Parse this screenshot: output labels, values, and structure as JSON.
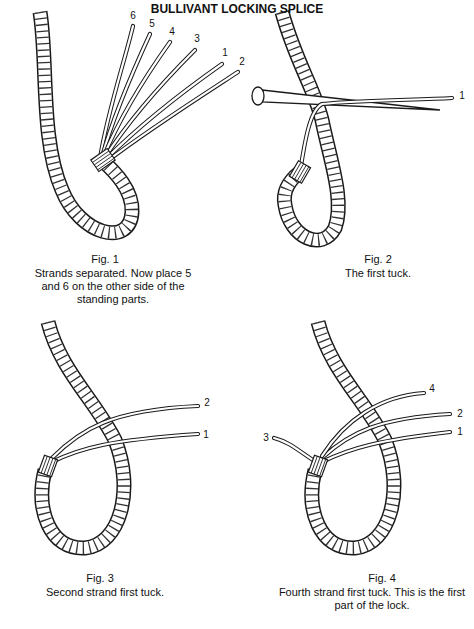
{
  "diagram": {
    "title": "BULLIVANT LOCKING SPLICE",
    "labels": [
      "6",
      "5",
      "4",
      "3",
      "1",
      "2",
      "Fig. 1",
      "Strands separated. Now place 5 and 6 on the other side of the standing parts.",
      "1",
      "Fig. 2",
      "The first tuck.",
      "2",
      "1",
      "Fig. 3",
      "Second strand first tuck.",
      "4",
      "2",
      "1",
      "3",
      "Fig. 4",
      "Fourth strand first tuck. This is the first part of the lock."
    ]
  }
}
